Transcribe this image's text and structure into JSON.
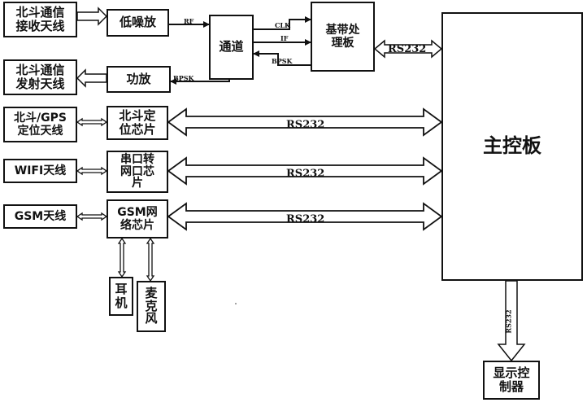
{
  "blocks": {
    "beidou_comm_rx_antenna": "北斗通信\n接收天线",
    "lna": "低噪放",
    "channel": "通道",
    "baseband": "基带处\n理板",
    "beidou_comm_tx_antenna": "北斗通信\n发射天线",
    "power_amp": "功放",
    "beidou_gps_antenna": "北斗/GPS\n定位天线",
    "beidou_positioning_chip": "北斗定\n位芯片",
    "wifi_antenna": "WIFI天线",
    "serial_to_net_chip": "串口转\n网口芯\n片",
    "gsm_antenna": "GSM天线",
    "gsm_network_chip": "GSM网\n络芯片",
    "earphone": "耳\n机",
    "microphone": "麦\n克\n风",
    "main_board": "主控板",
    "display_controller": "显示控\n制器"
  },
  "signals": {
    "rf": "RF",
    "clk": "CLK",
    "if": "IF",
    "bpsk_channel": "BPSK",
    "bpsk_pa": "BPSK",
    "rs232_baseband": "RS232",
    "rs232_beidou": "RS232",
    "rs232_wifi": "RS232",
    "rs232_gsm": "RS232",
    "rs232_display": "RS232"
  }
}
